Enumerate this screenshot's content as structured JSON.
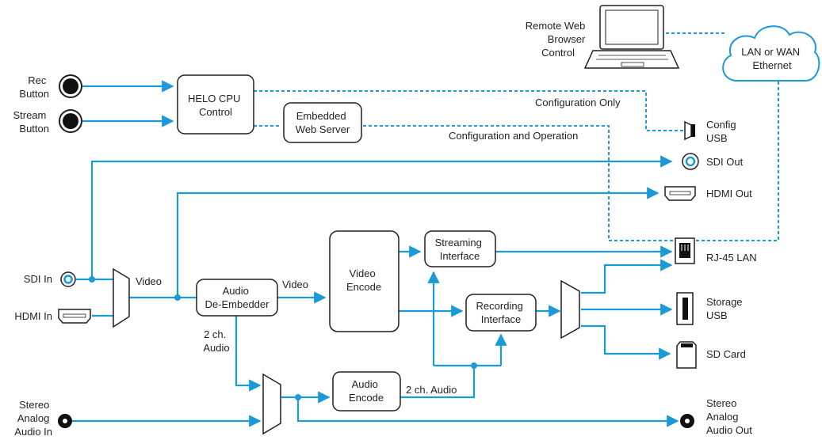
{
  "colors": {
    "wire": "#1b9ad7",
    "outline": "#231f20",
    "background": "#ffffff"
  },
  "labels": {
    "remote_browser": [
      "Remote Web",
      "Browser",
      "Control"
    ],
    "cloud": [
      "LAN or WAN",
      "Ethernet"
    ],
    "rec_button": [
      "Rec",
      "Button"
    ],
    "stream_button": [
      "Stream",
      "Button"
    ],
    "cpu": [
      "HELO CPU",
      "Control"
    ],
    "web_server": [
      "Embedded",
      "Web Server"
    ],
    "config_only": "Configuration Only",
    "config_operation": "Configuration and Operation",
    "config_usb": [
      "Config",
      "USB"
    ],
    "sdi_out": "SDI Out",
    "hdmi_out": "HDMI Out",
    "rj45": "RJ-45 LAN",
    "streaming": [
      "Streaming",
      "Interface"
    ],
    "video_encode": [
      "Video",
      "Encode"
    ],
    "sdi_in": "SDI In",
    "hdmi_in": "HDMI In",
    "video_label_1": "Video",
    "de_embedder": [
      "Audio",
      "De-Embedder"
    ],
    "video_label_2": "Video",
    "recording": [
      "Recording",
      "Interface"
    ],
    "storage_usb": [
      "Storage",
      "USB"
    ],
    "sd_card": "SD Card",
    "two_ch_audio_vertical": [
      "2 ch.",
      "Audio"
    ],
    "audio_encode": [
      "Audio",
      "Encode"
    ],
    "two_ch_audio_horizontal": "2 ch. Audio",
    "stereo_in": [
      "Stereo",
      "Analog",
      "Audio In"
    ],
    "stereo_out": [
      "Stereo",
      "Analog",
      "Audio Out"
    ]
  },
  "icons": [
    "laptop-icon",
    "cloud-icon",
    "rec-button-icon",
    "stream-button-icon",
    "usb-mini-port-icon",
    "sdi-connector-icon",
    "hdmi-port-icon",
    "rj45-port-icon",
    "usb-port-icon",
    "sd-card-icon",
    "audio-jack-icon",
    "mux-trapezoid"
  ]
}
